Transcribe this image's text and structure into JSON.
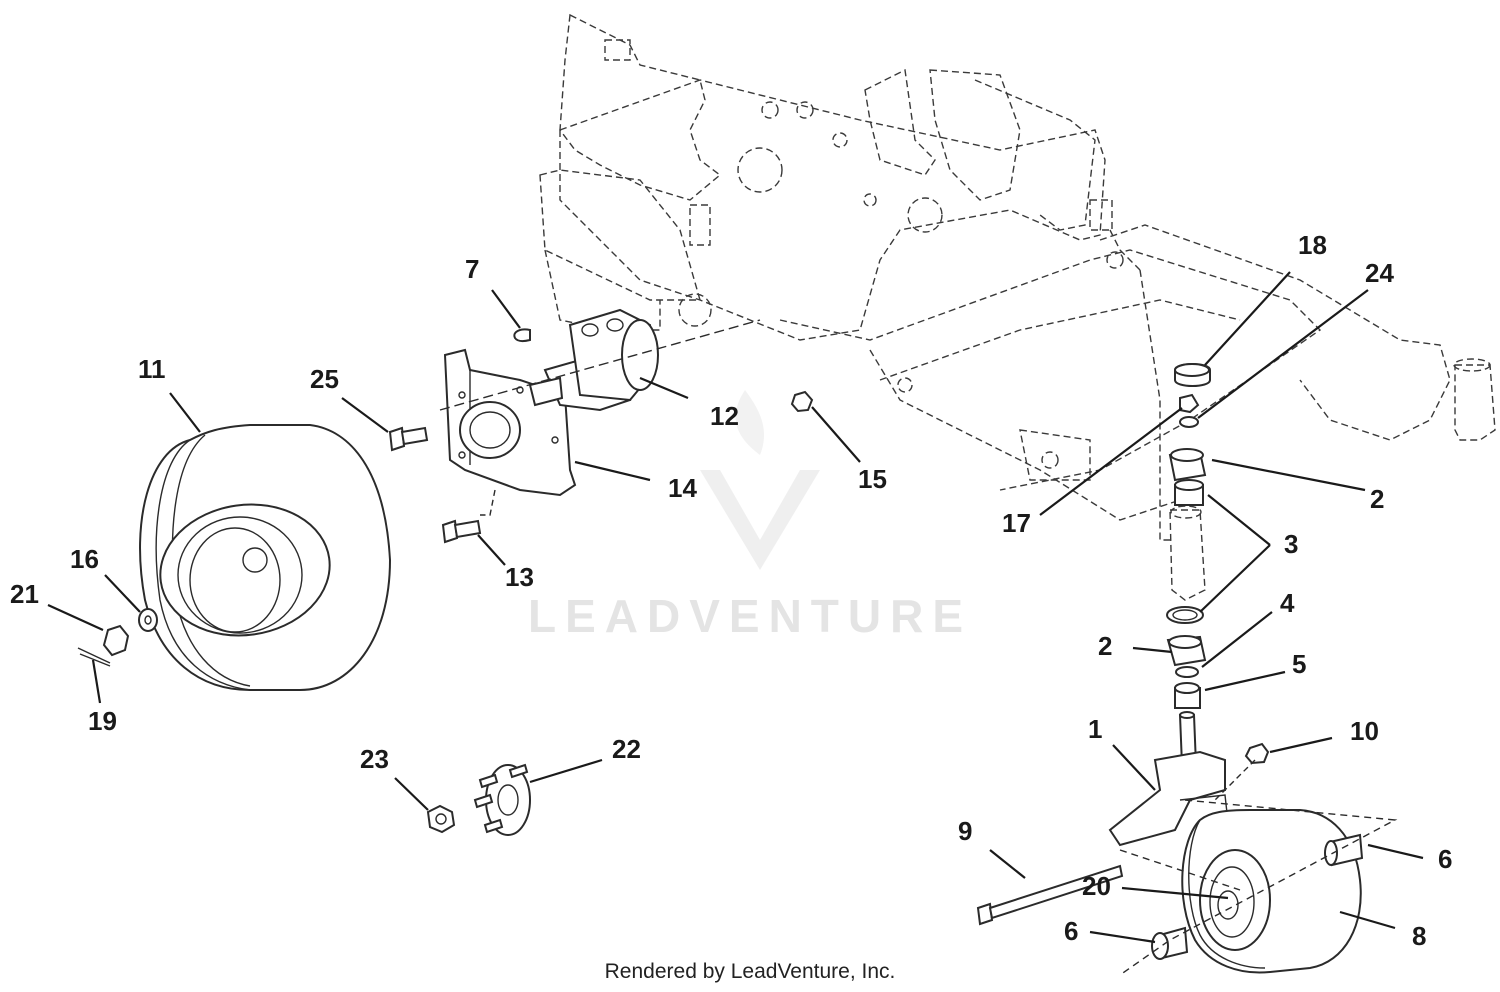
{
  "watermark": {
    "text": "LEADVENTURE"
  },
  "footer": {
    "text": "Rendered by LeadVenture, Inc."
  },
  "callouts": {
    "c1": "1",
    "c2a": "2",
    "c2b": "2",
    "c3": "3",
    "c4": "4",
    "c5": "5",
    "c6a": "6",
    "c6b": "6",
    "c7": "7",
    "c8": "8",
    "c9": "9",
    "c10": "10",
    "c11": "11",
    "c12": "12",
    "c13": "13",
    "c14": "14",
    "c15": "15",
    "c16": "16",
    "c17": "17",
    "c18": "18",
    "c19": "19",
    "c20": "20",
    "c21": "21",
    "c22": "22",
    "c23": "23",
    "c24": "24",
    "c25": "25"
  }
}
